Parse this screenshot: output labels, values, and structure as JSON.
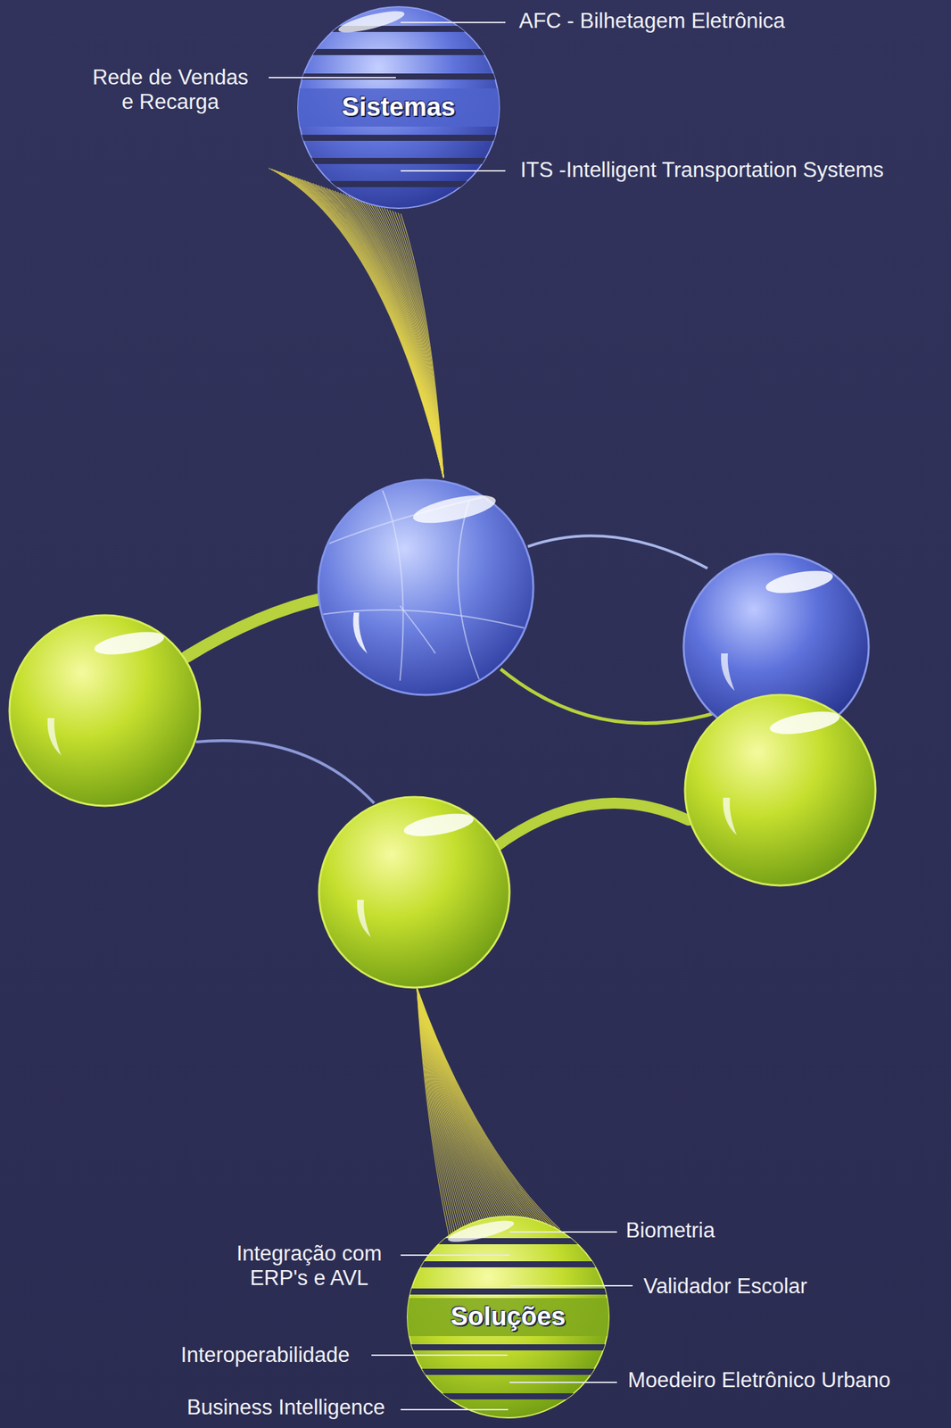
{
  "diagram": {
    "nodes": [
      {
        "text": [
          "Sistemas"
        ]
      },
      {
        "text": [
          "Soluções"
        ]
      }
    ],
    "labels": [
      "AFC - Bilhetagem Eletrônica",
      "Rede de Vendas e Recarga",
      "ITS -Intelligent Transportation Systems",
      "Biometria",
      "Integração com ERP's e AVL",
      "Validador Escolar",
      "Interoperabilidade",
      "Moedeiro Eletrônico Urbano",
      "Business Intelligence"
    ]
  }
}
